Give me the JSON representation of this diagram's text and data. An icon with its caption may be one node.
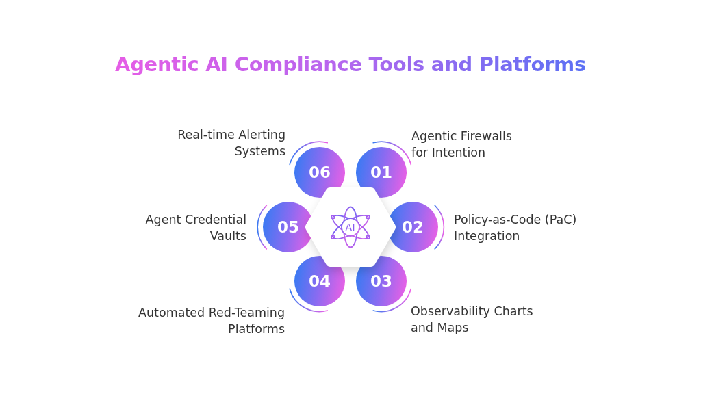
{
  "diagram": {
    "title": "Agentic AI Compliance Tools and Platforms",
    "nodes": [
      {
        "text": [
          "AI"
        ]
      },
      {
        "text": [
          "01"
        ],
        "beside": [
          "Agentic Firewalls for Intention"
        ]
      },
      {
        "text": [
          "02"
        ],
        "beside": [
          "Policy-as-Code (PaC) Integration"
        ]
      },
      {
        "text": [
          "03"
        ],
        "beside": [
          "Observability Charts and Maps"
        ]
      },
      {
        "text": [
          "04"
        ],
        "beside": [
          "Automated Red-Teaming Platforms"
        ]
      },
      {
        "text": [
          "05"
        ],
        "beside": [
          "Agent Credential Vaults"
        ]
      },
      {
        "text": [
          "06"
        ],
        "beside": [
          "Real-time Alerting Systems"
        ]
      }
    ]
  }
}
